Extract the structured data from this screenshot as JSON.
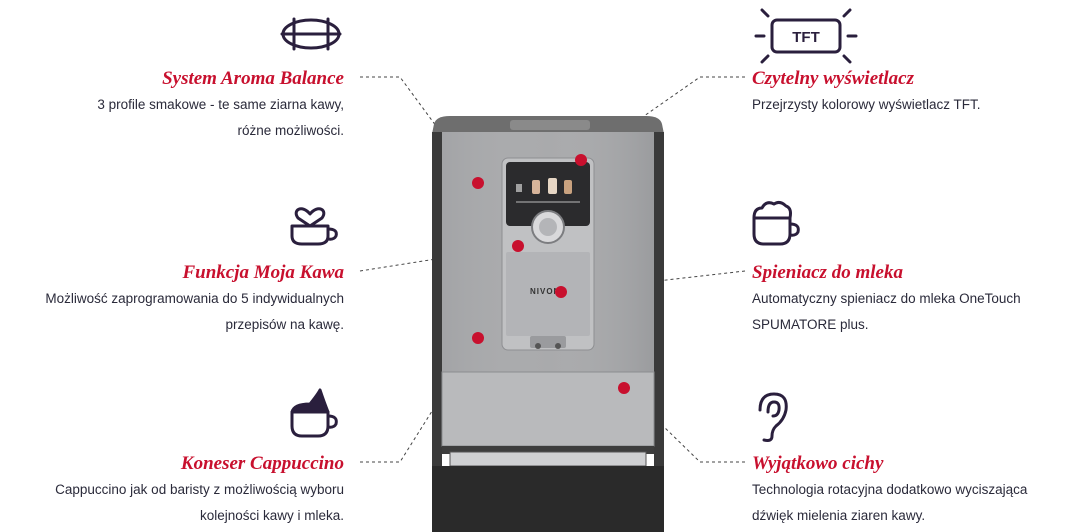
{
  "features": {
    "aroma": {
      "title": "System Aroma Balance",
      "desc": [
        "3 profile smakowe - te same ziarna kawy,",
        "różne możliwości."
      ],
      "icon": "aroma-balance-icon"
    },
    "moja_kawa": {
      "title": "Funkcja Moja Kawa",
      "desc": [
        "Możliwość zaprogramowania do 5 indywidualnych",
        "przepisów na kawę."
      ],
      "icon": "heart-cup-icon"
    },
    "cappuccino": {
      "title": "Koneser Cappuccino",
      "desc": [
        "Cappuccino jak od baristy z możliwością wyboru",
        "kolejności kawy i mleka."
      ],
      "icon": "cappuccino-cup-icon"
    },
    "display": {
      "title": "Czytelny wyświetlacz",
      "desc": [
        "Przejrzysty kolorowy wyświetlacz TFT."
      ],
      "icon": "tft-display-icon",
      "icon_text": "TFT"
    },
    "spieniacz": {
      "title": "Spieniacz do mleka",
      "desc": [
        "Automatyczny spieniacz do mleka OneTouch",
        "SPUMATORE plus."
      ],
      "icon": "milk-foam-cup-icon"
    },
    "cichy": {
      "title": "Wyjątkowo cichy",
      "desc": [
        "Technologia rotacyjna dodatkowo wyciszająca",
        "dźwięk mielenia ziaren kawy."
      ],
      "icon": "ear-icon"
    }
  },
  "machine": {
    "brand": "NIVONA"
  },
  "colors": {
    "accent": "#c8102e",
    "icon": "#2a1f3d",
    "text": "#2a2a3a"
  }
}
